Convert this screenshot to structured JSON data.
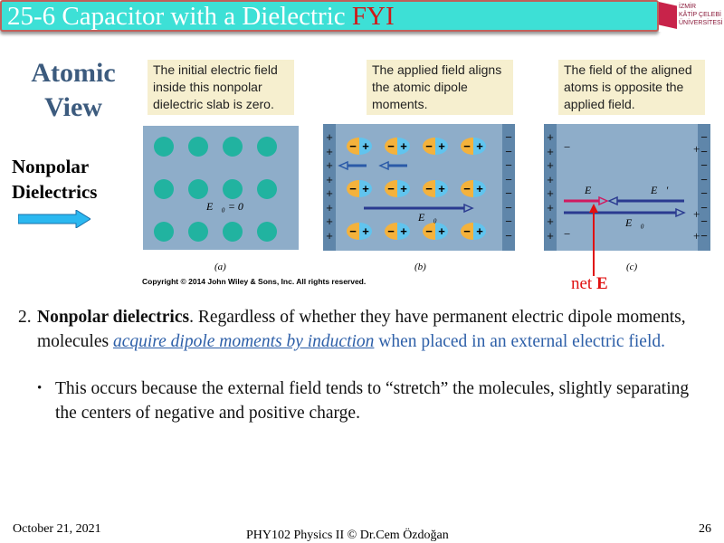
{
  "header": {
    "title": "25-6 Capacitor with a Dielectric",
    "fyi": "FYI",
    "logo_text": "İZMİR KÂTİP ÇELEBİ ÜNİVERSİTESİ"
  },
  "side": {
    "atomic_view": "Atomic View",
    "nonpolar": "Nonpolar Dielectrics",
    "arrow_icon": "right-arrow"
  },
  "figure": {
    "captions": [
      "The initial electric field inside this nonpolar dielectric slab is zero.",
      "The applied field aligns the atomic dipole moments.",
      "The field of the aligned atoms is opposite the applied field."
    ],
    "labels": [
      "(a)",
      "(b)",
      "(c)"
    ],
    "e0_zero": "E⃗₀ = 0",
    "e0": "E⃗₀",
    "e": "E⃗",
    "eprime": "E⃗′",
    "plus": "+",
    "minus": "−",
    "copyright": "Copyright © 2014 John Wiley & Sons, Inc. All rights reserved.",
    "net_e_prefix": "net ",
    "net_e_bold": "E"
  },
  "body": {
    "num": "2.",
    "bold": "Nonpolar dielectrics",
    "p1": ". Regardless of whether they have permanent electric dipole moments, molecules ",
    "link": "acquire dipole moments by induction",
    "p2": " when placed in an external electric field.",
    "bullet": "This occurs because the external field tends to “stretch” the molecules, slightly separating the centers of negative and positive charge."
  },
  "footer": {
    "date": "October 21, 2021",
    "course": "PHY102 Physics II © Dr.Cem Özdoğan",
    "page": "26"
  }
}
